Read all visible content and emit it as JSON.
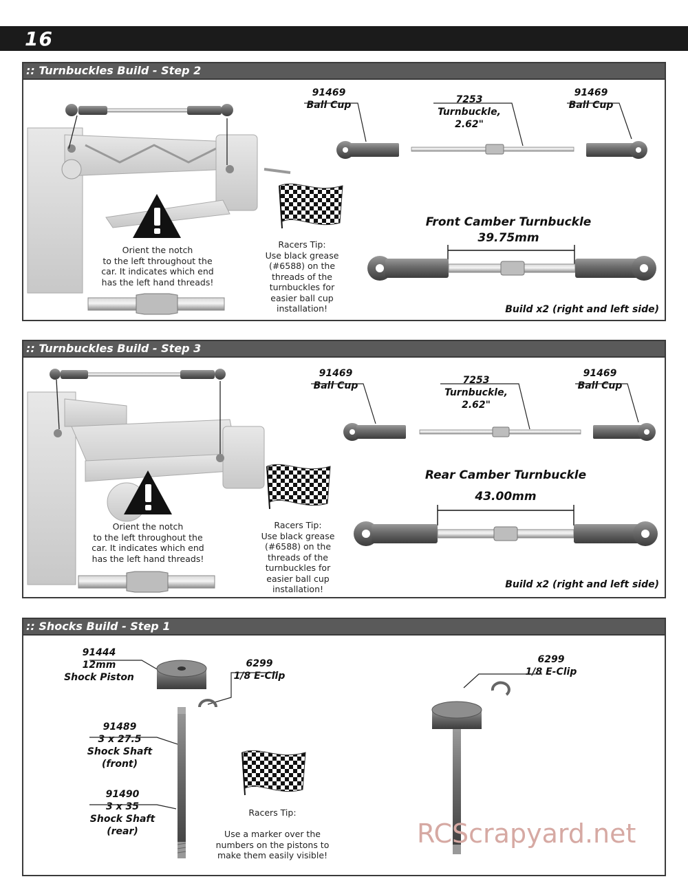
{
  "page": {
    "number": "16"
  },
  "sections": [
    {
      "title": ":: Turnbuckles Build - Step 2",
      "parts": {
        "left_cup": {
          "number": "91469",
          "name": "Ball Cup"
        },
        "turnbuckle": {
          "number": "7253",
          "name": "Turnbuckle,",
          "size": "2.62\""
        },
        "right_cup": {
          "number": "91469",
          "name": "Ball Cup"
        }
      },
      "assembly_name": "Front Camber Turnbuckle",
      "assembly_length": "39.75mm",
      "warning_note": [
        "Orient the notch",
        "to the left throughout the",
        "car. It indicates which end",
        "has the left hand threads!"
      ],
      "tip": [
        "Racers Tip:",
        "Use black grease",
        "(#6588) on the",
        "threads of the",
        "turnbuckles for",
        "easier ball cup",
        "installation!"
      ],
      "build_note": "Build x2 (right and left side)"
    },
    {
      "title": ":: Turnbuckles Build - Step 3",
      "parts": {
        "left_cup": {
          "number": "91469",
          "name": "Ball Cup"
        },
        "turnbuckle": {
          "number": "7253",
          "name": "Turnbuckle,",
          "size": "2.62\""
        },
        "right_cup": {
          "number": "91469",
          "name": "Ball Cup"
        }
      },
      "assembly_name": "Rear Camber Turnbuckle",
      "assembly_length": "43.00mm",
      "warning_note": [
        "Orient the notch",
        "to the left throughout the",
        "car. It indicates which end",
        "has the left hand threads!"
      ],
      "tip": [
        "Racers Tip:",
        "Use black grease",
        "(#6588) on the",
        "threads of the",
        "turnbuckles for",
        "easier ball cup",
        "installation!"
      ],
      "build_note": "Build x2 (right and left side)"
    },
    {
      "title": ":: Shocks Build - Step 1",
      "parts": {
        "piston": {
          "number": "91444",
          "name": [
            "12mm",
            "Shock Piston"
          ]
        },
        "eclip_left": {
          "number": "6299",
          "name": "1/8 E-Clip"
        },
        "shaft_front": {
          "number": "91489",
          "name": [
            "3 x 27.5",
            "Shock Shaft",
            "(front)"
          ]
        },
        "shaft_rear": {
          "number": "91490",
          "name": [
            "3 x 35",
            "Shock Shaft",
            "(rear)"
          ]
        },
        "eclip_right": {
          "number": "6299",
          "name": "1/8 E-Clip"
        }
      },
      "tip": [
        "Racers Tip:",
        "",
        "Use a marker over the",
        "numbers on the pistons to",
        "make them easily visible!"
      ]
    }
  ],
  "watermark": "RCScrapyard.net",
  "colors": {
    "header_bar": "#1b1b1b",
    "panel_head": "#5a5a5a",
    "part_gray": "#6a6a6a",
    "watermark": "#d6a9a3"
  },
  "icons": [
    "warning-icon",
    "checkered-flag-icon"
  ]
}
